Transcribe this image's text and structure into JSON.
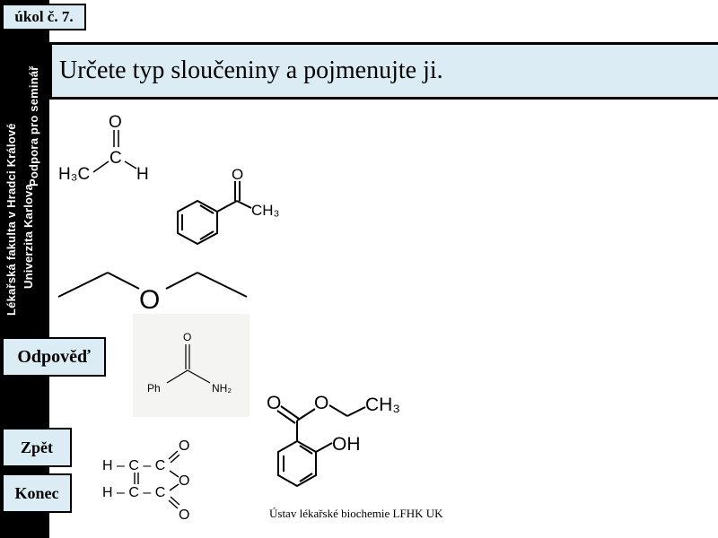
{
  "sidebar": {
    "line1": "Lékařská fakulta v Hradci Králové",
    "line2": "Univerzita Karlova",
    "line3": "Podpora pro seminář"
  },
  "task_label": "úkol č. 7.",
  "title": "Určete typ sloučeniny a pojmenujte ji.",
  "buttons": {
    "answer": "Odpověď",
    "back": "Zpět",
    "end": "Konec"
  },
  "footer": "Ústav lékařské biochemie LFHK UK",
  "molecules": {
    "acetaldehyde": {
      "o": "O",
      "ch3": "H₃C",
      "c": "C",
      "h": "H"
    },
    "acetophenone": {
      "o": "O",
      "ch3": "CH₃"
    },
    "diethyl_ether": {
      "o": "O"
    },
    "benzamide": {
      "o": "O",
      "ph": "Ph",
      "nh2": "NH₂"
    },
    "ethyl_salicylate": {
      "o1": "O",
      "o2": "O",
      "ch3": "CH₃",
      "oh": "OH"
    },
    "maleic_anhydride": {
      "row1": "H – C – C",
      "row2": "H – C – C",
      "o_top": "O",
      "o_ring": "O",
      "o_bottom": "O"
    }
  }
}
